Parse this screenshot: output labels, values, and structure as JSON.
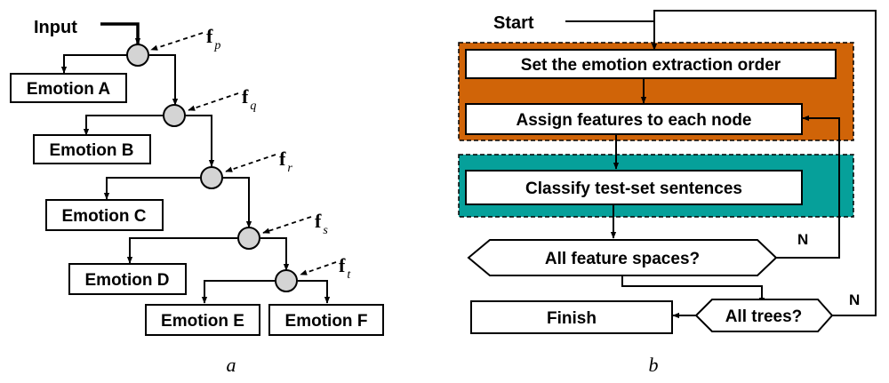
{
  "diagram_a": {
    "input_label": "Input",
    "features": [
      {
        "base": "f",
        "sub": "p"
      },
      {
        "base": "f",
        "sub": "q"
      },
      {
        "base": "f",
        "sub": "r"
      },
      {
        "base": "f",
        "sub": "s"
      },
      {
        "base": "f",
        "sub": "t"
      }
    ],
    "emotions": [
      "Emotion A",
      "Emotion B",
      "Emotion C",
      "Emotion D",
      "Emotion E",
      "Emotion F"
    ],
    "caption": "a"
  },
  "diagram_b": {
    "start_label": "Start",
    "steps": {
      "set_order": "Set the emotion extraction order",
      "assign_features": "Assign features to each node",
      "classify": "Classify test-set sentences",
      "all_feature_spaces": "All feature spaces?",
      "all_trees": "All trees?",
      "finish": "Finish"
    },
    "loop_label_1": "N",
    "loop_label_2": "N",
    "caption": "b"
  },
  "colors": {
    "orange_block": "#d06408",
    "teal_block": "#06a09a",
    "node_fill": "#d4d4d4"
  }
}
